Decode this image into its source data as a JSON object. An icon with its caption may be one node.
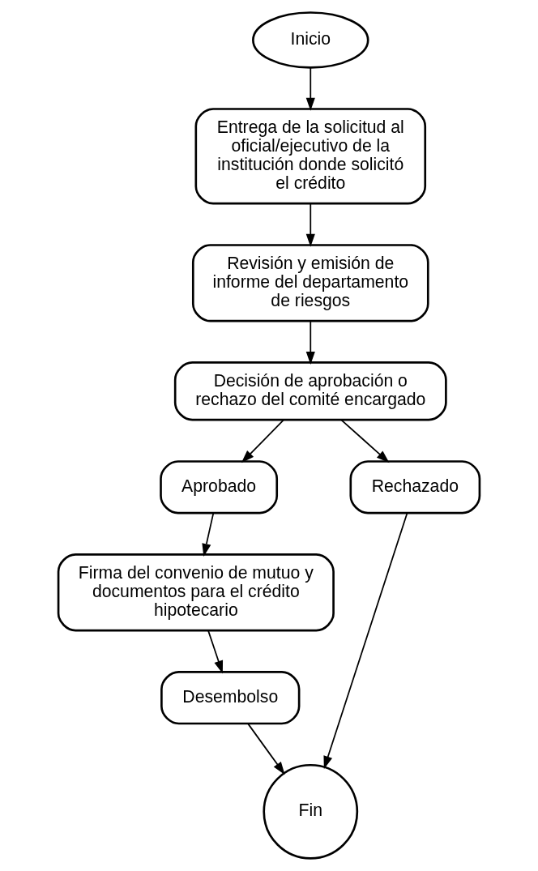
{
  "diagram": {
    "nodes": [
      {
        "text": [
          "Inicio"
        ]
      },
      {
        "text": [
          "Entrega de la solicitud al oficial/ejecutivo de la institución donde solicitó el crédito"
        ]
      },
      {
        "text": [
          "Revisión y emisión de informe del departamento de riesgos"
        ]
      },
      {
        "text": [
          "Decisión de aprobación o rechazo del comité encargado"
        ]
      },
      {
        "text": [
          "Aprobado"
        ]
      },
      {
        "text": [
          "Rechazado"
        ]
      },
      {
        "text": [
          "Firma del convenio de mutuo y documentos para el crédito hipotecario"
        ]
      },
      {
        "text": [
          "Desembolso"
        ]
      },
      {
        "text": [
          "Fin"
        ]
      }
    ],
    "edges": [
      {
        "from": 0,
        "to": 1,
        "arrow": "to"
      },
      {
        "from": 1,
        "to": 2,
        "arrow": "to"
      },
      {
        "from": 2,
        "to": 3,
        "arrow": "to"
      },
      {
        "from": 3,
        "to": 4,
        "arrow": "to"
      },
      {
        "from": 3,
        "to": 5,
        "arrow": "to"
      },
      {
        "from": 4,
        "to": 6,
        "arrow": "to"
      },
      {
        "from": 6,
        "to": 7,
        "arrow": "to"
      },
      {
        "from": 7,
        "to": 8,
        "arrow": "to"
      },
      {
        "from": 5,
        "to": 8,
        "arrow": "to"
      }
    ]
  }
}
